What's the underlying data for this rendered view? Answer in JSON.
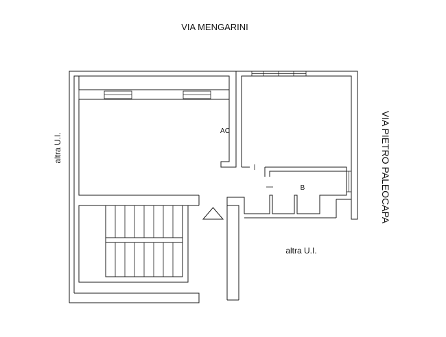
{
  "streets": {
    "top": "VIA MENGARINI",
    "right": "VIA PIETRO PALEOCAPA"
  },
  "neighbors": {
    "left": "altra U.I.",
    "bottom_right": "altra U.I."
  },
  "rooms": {
    "ac": "AC",
    "b": "B"
  },
  "colors": {
    "line": "#1a1a1a",
    "background": "#ffffff"
  }
}
